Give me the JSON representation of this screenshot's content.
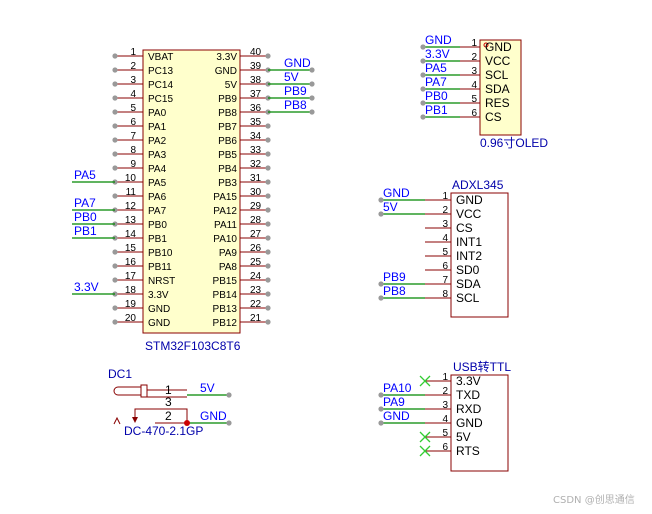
{
  "colors": {
    "component_border": "#880000",
    "component_fill": "#ffffcc",
    "pin_line": "#880000",
    "wire": "#008800",
    "net_label": "#0000ff",
    "junction": "#cc0000",
    "terminal_dot": "#999999",
    "no_connect": "#33cc33"
  },
  "mcu": {
    "name": "STM32F103C8T6",
    "left_pins": [
      {
        "num": "1",
        "name": "VBAT"
      },
      {
        "num": "2",
        "name": "PC13"
      },
      {
        "num": "3",
        "name": "PC14"
      },
      {
        "num": "4",
        "name": "PC15"
      },
      {
        "num": "5",
        "name": "PA0"
      },
      {
        "num": "6",
        "name": "PA1"
      },
      {
        "num": "7",
        "name": "PA2"
      },
      {
        "num": "8",
        "name": "PA3"
      },
      {
        "num": "9",
        "name": "PA4"
      },
      {
        "num": "10",
        "name": "PA5"
      },
      {
        "num": "11",
        "name": "PA6"
      },
      {
        "num": "12",
        "name": "PA7"
      },
      {
        "num": "13",
        "name": "PB0"
      },
      {
        "num": "14",
        "name": "PB1"
      },
      {
        "num": "15",
        "name": "PB10"
      },
      {
        "num": "16",
        "name": "PB11"
      },
      {
        "num": "17",
        "name": "NRST"
      },
      {
        "num": "18",
        "name": "3.3V"
      },
      {
        "num": "19",
        "name": "GND"
      },
      {
        "num": "20",
        "name": "GND"
      }
    ],
    "right_pins": [
      {
        "num": "40",
        "name": "3.3V"
      },
      {
        "num": "39",
        "name": "GND"
      },
      {
        "num": "38",
        "name": "5V"
      },
      {
        "num": "37",
        "name": "PB9"
      },
      {
        "num": "36",
        "name": "PB8"
      },
      {
        "num": "35",
        "name": "PB7"
      },
      {
        "num": "34",
        "name": "PB6"
      },
      {
        "num": "33",
        "name": "PB5"
      },
      {
        "num": "32",
        "name": "PB4"
      },
      {
        "num": "31",
        "name": "PB3"
      },
      {
        "num": "30",
        "name": "PA15"
      },
      {
        "num": "29",
        "name": "PA12"
      },
      {
        "num": "28",
        "name": "PA11"
      },
      {
        "num": "27",
        "name": "PA10"
      },
      {
        "num": "26",
        "name": "PA9"
      },
      {
        "num": "25",
        "name": "PA8"
      },
      {
        "num": "24",
        "name": "PB15"
      },
      {
        "num": "23",
        "name": "PB14"
      },
      {
        "num": "22",
        "name": "PB13"
      },
      {
        "num": "21",
        "name": "PB12"
      }
    ],
    "left_nets": [
      {
        "pin": "10",
        "label": "PA5"
      },
      {
        "pin": "12",
        "label": "PA7"
      },
      {
        "pin": "13",
        "label": "PB0"
      },
      {
        "pin": "14",
        "label": "PB1"
      },
      {
        "pin": "18",
        "label": "3.3V"
      }
    ],
    "right_nets": [
      {
        "pin": "39",
        "label": "GND"
      },
      {
        "pin": "38",
        "label": "5V"
      },
      {
        "pin": "37",
        "label": "PB9"
      },
      {
        "pin": "36",
        "label": "PB8"
      }
    ]
  },
  "oled": {
    "name": "0.96寸OLED",
    "pins": [
      {
        "num": "1",
        "name": "GND",
        "net": "GND"
      },
      {
        "num": "2",
        "name": "VCC",
        "net": "3.3V"
      },
      {
        "num": "3",
        "name": "SCL",
        "net": "PA5"
      },
      {
        "num": "4",
        "name": "SDA",
        "net": "PA7"
      },
      {
        "num": "5",
        "name": "RES",
        "net": "PB0"
      },
      {
        "num": "6",
        "name": "CS",
        "net": "PB1"
      }
    ]
  },
  "adxl": {
    "name": "ADXL345",
    "pins": [
      {
        "num": "1",
        "name": "GND",
        "net": "GND"
      },
      {
        "num": "2",
        "name": "VCC",
        "net": "5V"
      },
      {
        "num": "3",
        "name": "CS",
        "net": ""
      },
      {
        "num": "4",
        "name": "INT1",
        "net": ""
      },
      {
        "num": "5",
        "name": "INT2",
        "net": ""
      },
      {
        "num": "6",
        "name": "SD0",
        "net": ""
      },
      {
        "num": "7",
        "name": "SDA",
        "net": "PB9"
      },
      {
        "num": "8",
        "name": "SCL",
        "net": "PB8"
      }
    ]
  },
  "usb": {
    "name": "USB转TTL",
    "pins": [
      {
        "num": "1",
        "name": "3.3V",
        "net": "",
        "nc": true
      },
      {
        "num": "2",
        "name": "TXD",
        "net": "PA10",
        "nc": false
      },
      {
        "num": "3",
        "name": "RXD",
        "net": "PA9",
        "nc": false
      },
      {
        "num": "4",
        "name": "GND",
        "net": "GND",
        "nc": false
      },
      {
        "num": "5",
        "name": "5V",
        "net": "",
        "nc": true
      },
      {
        "num": "6",
        "name": "RTS",
        "net": "",
        "nc": true
      }
    ]
  },
  "dc": {
    "ref": "DC1",
    "part": "DC-470-2.1GP",
    "pins": [
      {
        "num": "1",
        "net": "5V"
      },
      {
        "num": "3",
        "net": ""
      },
      {
        "num": "2",
        "net": "GND"
      }
    ]
  },
  "watermark": "CSDN @创思通信"
}
